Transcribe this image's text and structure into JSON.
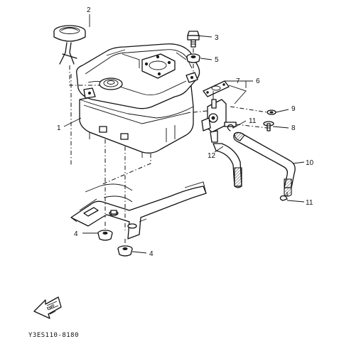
{
  "diagram": {
    "drawing_code": "Y3ES110-8180",
    "callouts": [
      {
        "id": "1",
        "part": "fuel tank"
      },
      {
        "id": "2",
        "part": "fuel cap"
      },
      {
        "id": "3",
        "part": "bolt"
      },
      {
        "id": "4",
        "part": "damper (upper)"
      },
      {
        "id": "4",
        "part": "damper (lower)"
      },
      {
        "id": "5",
        "part": "grommet"
      },
      {
        "id": "6",
        "part": "fuel cock gasket assembly"
      },
      {
        "id": "7",
        "part": "fuel cock"
      },
      {
        "id": "8",
        "part": "screw"
      },
      {
        "id": "9",
        "part": "washer"
      },
      {
        "id": "10",
        "part": "fuel hose"
      },
      {
        "id": "11",
        "part": "clip (upper)"
      },
      {
        "id": "11",
        "part": "clip (lower)"
      },
      {
        "id": "12",
        "part": "fuel hose"
      }
    ],
    "front_arrow_label": "FWD"
  }
}
